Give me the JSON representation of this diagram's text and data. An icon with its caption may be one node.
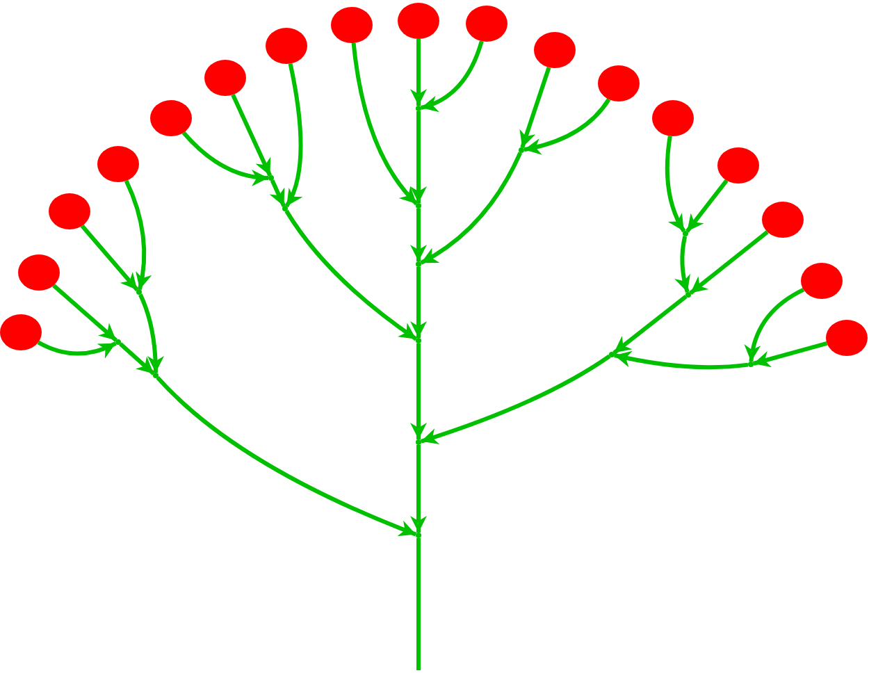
{
  "diagram": {
    "nodes": [
      {
        "text": [],
        "shape": "circle"
      },
      {
        "text": [],
        "shape": "circle"
      },
      {
        "text": [],
        "shape": "circle"
      },
      {
        "text": [],
        "shape": "circle"
      },
      {
        "text": [],
        "shape": "circle"
      },
      {
        "text": [],
        "shape": "circle"
      },
      {
        "text": [],
        "shape": "circle"
      },
      {
        "text": [],
        "shape": "circle"
      },
      {
        "text": [],
        "shape": "circle"
      },
      {
        "text": [],
        "shape": "circle"
      },
      {
        "text": [],
        "shape": "circle"
      },
      {
        "text": [],
        "shape": "circle"
      },
      {
        "text": [],
        "shape": "circle"
      },
      {
        "text": [],
        "shape": "circle"
      },
      {
        "text": [],
        "shape": "circle"
      },
      {
        "text": [],
        "shape": "circle"
      },
      {
        "text": [],
        "shape": "circle"
      },
      {
        "text": [],
        "shape": "point"
      },
      {
        "text": [],
        "shape": "point"
      },
      {
        "text": [],
        "shape": "point"
      },
      {
        "text": [],
        "shape": "point"
      },
      {
        "text": [],
        "shape": "point"
      },
      {
        "text": [],
        "shape": "point"
      },
      {
        "text": [],
        "shape": "point"
      },
      {
        "text": [],
        "shape": "point"
      },
      {
        "text": [],
        "shape": "point"
      },
      {
        "text": [],
        "shape": "point"
      },
      {
        "text": [],
        "shape": "point"
      },
      {
        "text": [],
        "shape": "point"
      },
      {
        "text": [],
        "shape": "point"
      },
      {
        "text": [],
        "shape": "point"
      },
      {
        "text": [],
        "shape": "point"
      },
      {
        "text": [],
        "shape": "point"
      }
    ],
    "edges": [
      {
        "from": 8,
        "to": 17,
        "arrow": "to"
      },
      {
        "from": 9,
        "to": 17,
        "arrow": "to"
      },
      {
        "from": 17,
        "to": 18,
        "arrow": "to"
      },
      {
        "from": 7,
        "to": 18,
        "arrow": "to"
      },
      {
        "from": 18,
        "to": 19,
        "arrow": "to"
      },
      {
        "from": 10,
        "to": 23,
        "arrow": "to"
      },
      {
        "from": 11,
        "to": 23,
        "arrow": "to"
      },
      {
        "from": 23,
        "to": 19,
        "arrow": "to"
      },
      {
        "from": 19,
        "to": 20,
        "arrow": "to"
      },
      {
        "from": 5,
        "to": 24,
        "arrow": "to"
      },
      {
        "from": 4,
        "to": 24,
        "arrow": "to"
      },
      {
        "from": 24,
        "to": 25,
        "arrow": "to"
      },
      {
        "from": 6,
        "to": 25,
        "arrow": "to"
      },
      {
        "from": 25,
        "to": 20,
        "arrow": "to"
      },
      {
        "from": 20,
        "to": 21,
        "arrow": "to"
      },
      {
        "from": 14,
        "to": 27,
        "arrow": "to"
      },
      {
        "from": 12,
        "to": 26,
        "arrow": "to"
      },
      {
        "from": 13,
        "to": 26,
        "arrow": "to"
      },
      {
        "from": 26,
        "to": 27,
        "arrow": "to"
      },
      {
        "from": 27,
        "to": 28,
        "arrow": "to"
      },
      {
        "from": 15,
        "to": 29,
        "arrow": "to"
      },
      {
        "from": 16,
        "to": 29,
        "arrow": "to"
      },
      {
        "from": 29,
        "to": 28,
        "arrow": "to"
      },
      {
        "from": 28,
        "to": 21,
        "arrow": "to"
      },
      {
        "from": 21,
        "to": 22,
        "arrow": "to"
      },
      {
        "from": 1,
        "to": 30,
        "arrow": "to"
      },
      {
        "from": 0,
        "to": 30,
        "arrow": "to"
      },
      {
        "from": 30,
        "to": 31,
        "arrow": "to"
      },
      {
        "from": 3,
        "to": 32,
        "arrow": "to"
      },
      {
        "from": 2,
        "to": 32,
        "arrow": "to"
      },
      {
        "from": 32,
        "to": 31,
        "arrow": "to"
      },
      {
        "from": 31,
        "to": 22,
        "arrow": "to"
      },
      {
        "from": 22,
        "to": null,
        "arrow": "none"
      }
    ]
  }
}
